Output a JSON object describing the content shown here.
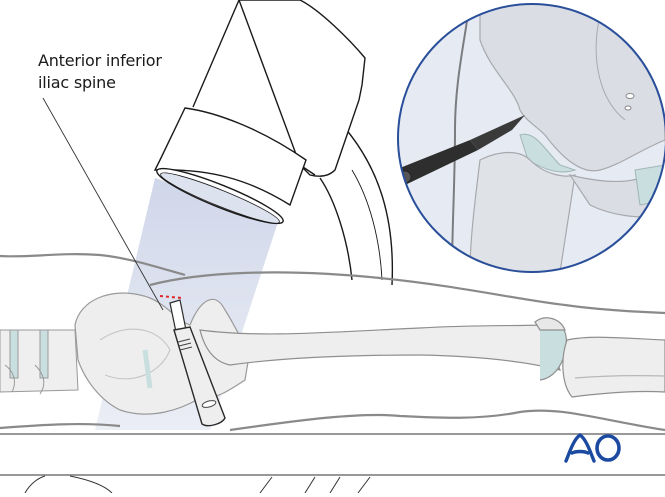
{
  "figure": {
    "type": "surgical-illustration",
    "annotation": {
      "line1": "Anterior inferior",
      "line2": "iliac spine"
    },
    "inset": {
      "description": "magnified view of scalpel at anterior inferior iliac spine",
      "border_color": "#2a4f9a",
      "fill_color": "#e6ebf3"
    },
    "markers": {
      "incision_color": "#e0262b"
    },
    "logo": {
      "text": "AO",
      "color": "#1b4aa0"
    },
    "colors": {
      "bone_fill": "#eeeeee",
      "bone_outline": "#9a9a9a",
      "cartilage": "#c9dfdf",
      "xray_beam": "#d3d9ea",
      "skin_outline": "#8a8a8a",
      "table_line": "#777777",
      "scalpel_dark": "#2e2e2e"
    }
  }
}
